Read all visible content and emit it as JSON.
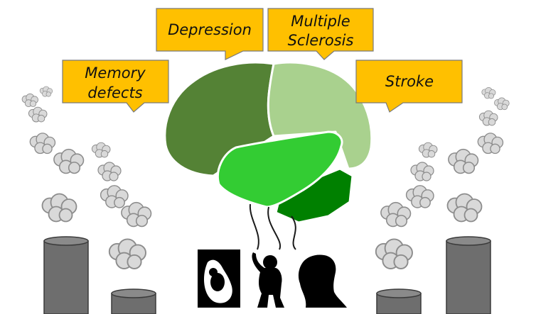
{
  "callouts": {
    "memory": {
      "line1": "Memory",
      "line2": "defects"
    },
    "depression": {
      "line1": "Depression"
    },
    "ms": {
      "line1": "Multiple",
      "line2": "Sclerosis"
    },
    "stroke": {
      "line1": "Stroke"
    }
  },
  "colors": {
    "callout_fill": "#FFC000",
    "brain_front": "#548235",
    "brain_parietal": "#A9D18E",
    "brain_temporal": "#33CC33",
    "brain_cerebellum": "#008000",
    "chimney": "#6E6E6E",
    "smoke": "#D9D9D9",
    "silhouette": "#000000"
  },
  "icons": {
    "pollution": "factory-chimney-smoke",
    "life_stages": [
      "fetus-silhouette",
      "child-silhouette",
      "adult-head-silhouette"
    ]
  }
}
